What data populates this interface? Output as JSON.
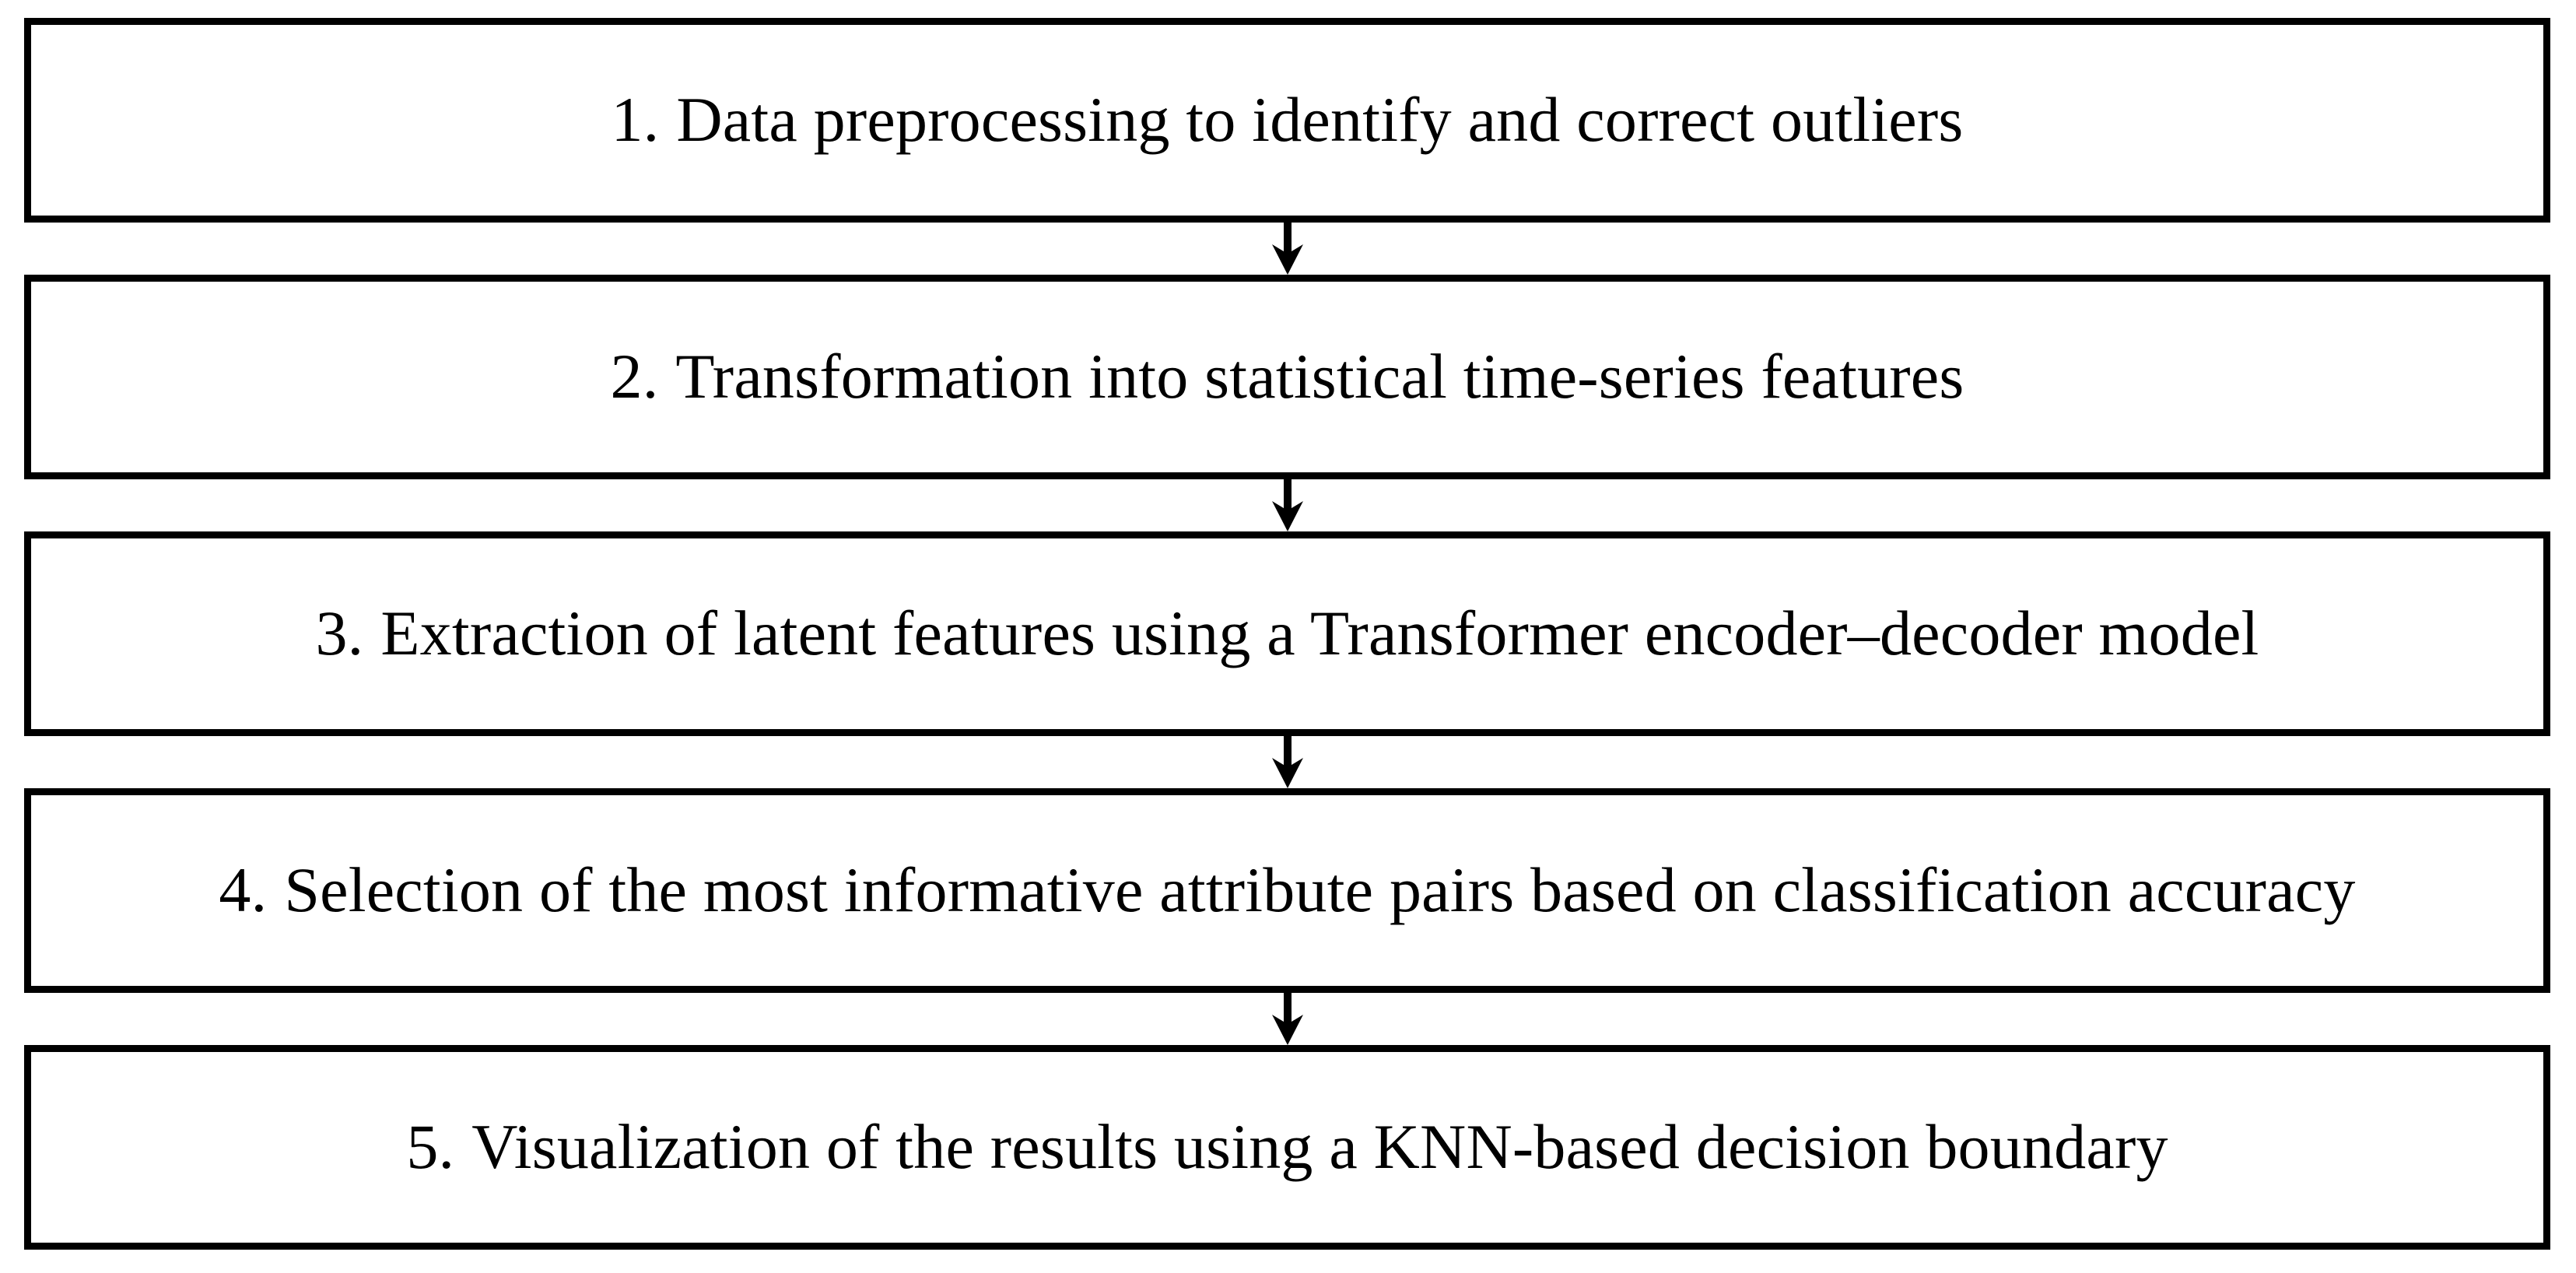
{
  "figure": {
    "type": "flowchart",
    "orientation": "vertical",
    "title": "",
    "step_count": 5,
    "colors": {
      "border": "#000000",
      "text": "#000000",
      "background": "#ffffff",
      "arrow": "#000000"
    },
    "steps": [
      {
        "number": "1.",
        "text": "Data preprocessing to identify and correct outliers",
        "full": "1.  Data preprocessing to identify and correct outliers"
      },
      {
        "number": "2.",
        "text": "Transformation into statistical time-series features",
        "full": "2.  Transformation into statistical time-series features"
      },
      {
        "number": "3.",
        "text": "Extraction of latent features using a Transformer encoder–decoder model",
        "full": "3.  Extraction of latent features using a Transformer encoder–decoder model"
      },
      {
        "number": "4.",
        "text": "Selection of the most informative attribute pairs based on classification accuracy",
        "full": "4.  Selection of the most informative attribute pairs based on classification accuracy"
      },
      {
        "number": "5.",
        "text": "Visualization of the results using a KNN-based decision boundary",
        "full": "5.  Visualization of the results using a KNN-based decision boundary"
      }
    ],
    "connectors": [
      {
        "from": "1",
        "to": "2",
        "icon": "down-arrow-icon"
      },
      {
        "from": "2",
        "to": "3",
        "icon": "down-arrow-icon"
      },
      {
        "from": "3",
        "to": "4",
        "icon": "down-arrow-icon"
      },
      {
        "from": "4",
        "to": "5",
        "icon": "down-arrow-icon"
      }
    ]
  }
}
